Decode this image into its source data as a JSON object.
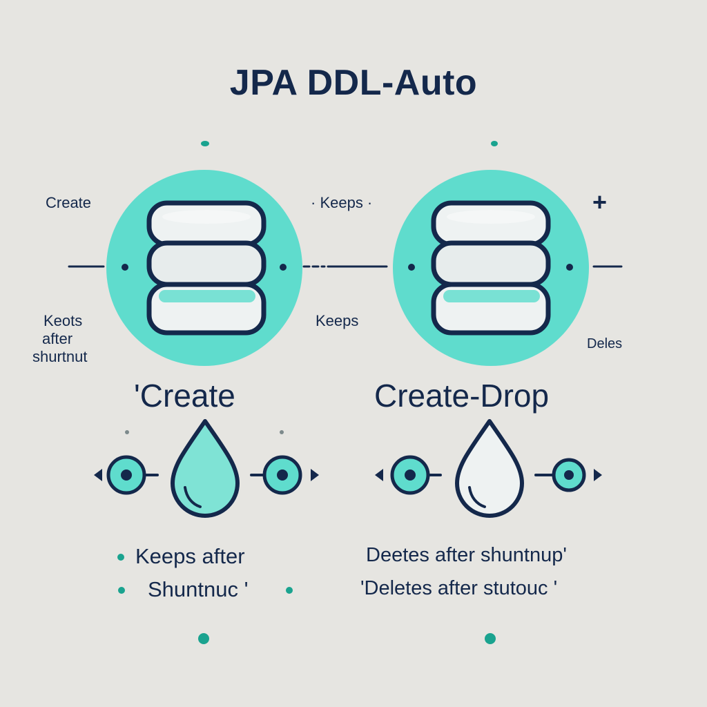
{
  "title": "JPA DDL-Auto",
  "colors": {
    "background": "#e6e5e1",
    "accent": "#5fdccd",
    "ink": "#14284b",
    "drop_teal": "#7fe3d5",
    "drop_white": "#eef2f2"
  },
  "side_labels": {
    "left_top": "Create",
    "left_bottom_1": "Keots",
    "left_bottom_2": "after",
    "left_bottom_3": "shurtnut",
    "middle_top": "· Keeps ·",
    "middle_bottom": "Keeps",
    "right_bottom": "Deles",
    "right_plus": "+"
  },
  "columns": [
    {
      "heading": "'Create",
      "database_icon": "database-icon",
      "drop_icon": "water-drop-icon",
      "description_1": "Keeps after",
      "description_2": "Shuntnuc '"
    },
    {
      "heading": "Create-Drop",
      "database_icon": "database-icon",
      "drop_icon": "water-drop-icon",
      "description_1": "Deetes after shuntnup'",
      "description_2": "'Deletes after stutouc '"
    }
  ]
}
